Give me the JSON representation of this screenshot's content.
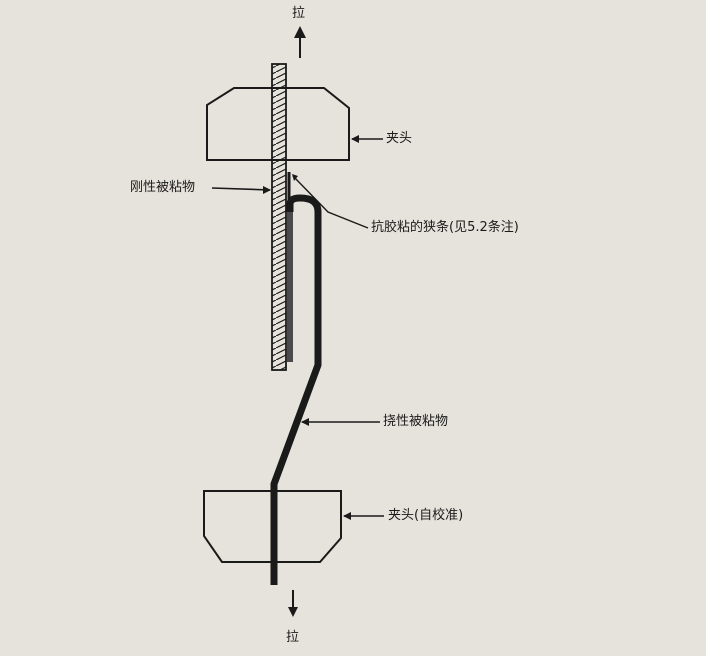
{
  "labels": {
    "pull_top": "拉",
    "pull_bottom": "拉",
    "clamp_top": "夹头",
    "rigid_adherend": "刚性被粘物",
    "anti_stick_strip": "抗胶粘的狭条(见5.2条注)",
    "flexible_adherend": "挠性被粘物",
    "clamp_bottom": "夹头(自校准)"
  },
  "colors": {
    "background": "#e6e3dc",
    "line": "#1a1a1a"
  }
}
